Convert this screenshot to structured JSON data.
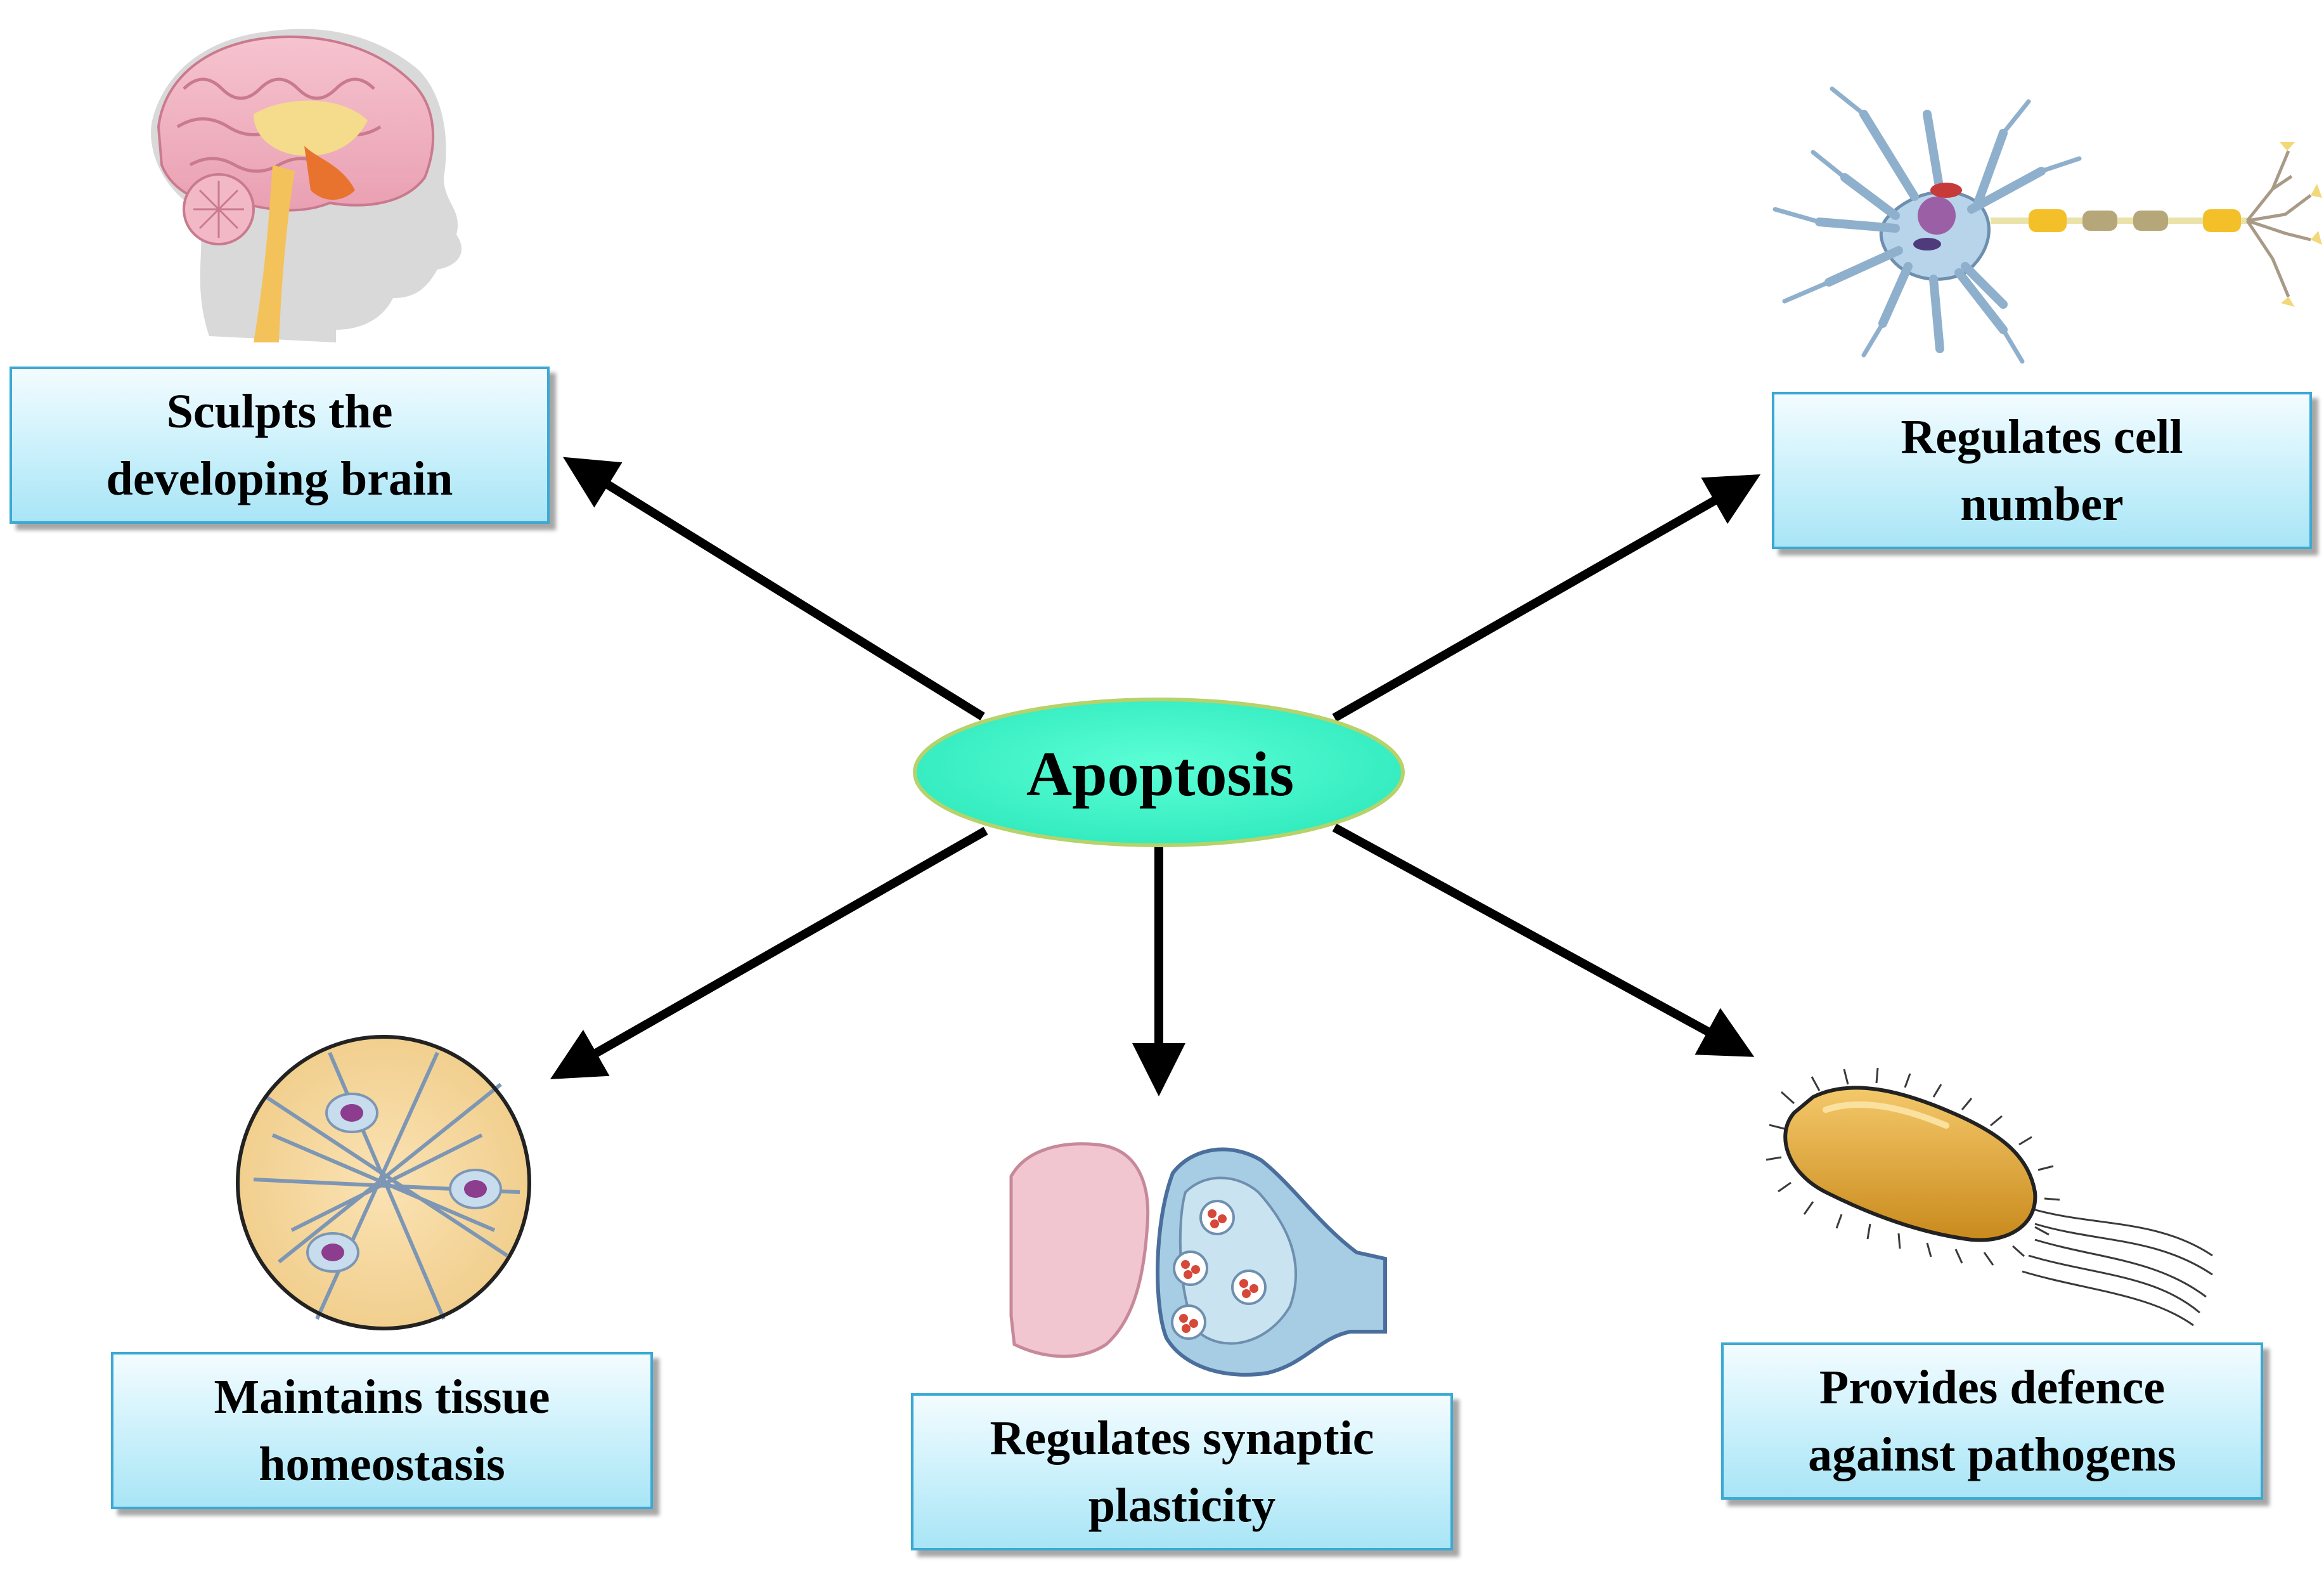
{
  "center": {
    "label": "Apoptosis"
  },
  "functions": [
    {
      "key": "brain",
      "label": "Sculpts the developing brain",
      "icon": "brain-icon"
    },
    {
      "key": "cell-number",
      "label": "Regulates cell number",
      "icon": "neuron-icon"
    },
    {
      "key": "tissue",
      "label": "Maintains tissue homeostasis",
      "icon": "tissue-icon"
    },
    {
      "key": "synaptic",
      "label": "Regulates synaptic plasticity",
      "icon": "synapse-icon"
    },
    {
      "key": "pathogens",
      "label": "Provides defence against pathogens",
      "icon": "bacterium-icon"
    }
  ],
  "colors": {
    "center_fill": "#3ff5c9",
    "box_border": "#3aa9d4",
    "arrow": "#000000"
  }
}
